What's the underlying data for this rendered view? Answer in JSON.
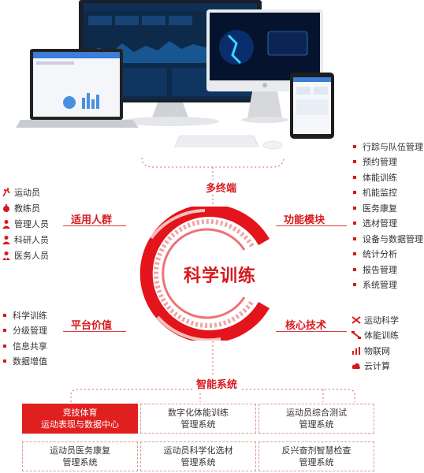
{
  "colors": {
    "accent": "#d7191d"
  },
  "center": {
    "title": "科学训练"
  },
  "top": {
    "label": "多终端"
  },
  "bottom": {
    "label": "智能系统"
  },
  "groups": {
    "users": {
      "title": "适用人群",
      "items": [
        {
          "label": "运动员",
          "icon": "runner-icon"
        },
        {
          "label": "教练员",
          "icon": "whistle-icon"
        },
        {
          "label": "管理人员",
          "icon": "manager-icon"
        },
        {
          "label": "科研人员",
          "icon": "researcher-icon"
        },
        {
          "label": "医务人员",
          "icon": "medic-icon"
        }
      ]
    },
    "modules": {
      "title": "功能模块",
      "items": [
        "行踪与队伍管理",
        "预约管理",
        "体能训练",
        "机能监控",
        "医务康复",
        "选材管理",
        "设备与数据管理",
        "统计分析",
        "报告管理",
        "系统管理"
      ]
    },
    "value": {
      "title": "平台价值",
      "items": [
        "科学训练",
        "分级管理",
        "信息共享",
        "数据增值"
      ]
    },
    "tech": {
      "title": "核心技术",
      "items": [
        {
          "label": "运动科学",
          "icon": "sport-icon"
        },
        {
          "label": "体能训练",
          "icon": "dumbbell-icon"
        },
        {
          "label": "物联网",
          "icon": "iot-icon"
        },
        {
          "label": "云计算",
          "icon": "cloud-icon"
        }
      ]
    }
  },
  "systems": [
    {
      "line1": "竞技体育",
      "line2": "运动表现与数据中心"
    },
    {
      "line1": "数字化体能训练",
      "line2": "管理系统"
    },
    {
      "line1": "运动员综合测试",
      "line2": "管理系统"
    },
    {
      "line1": "运动员医务康复",
      "line2": "管理系统"
    },
    {
      "line1": "运动员科学化选材",
      "line2": "管理系统"
    },
    {
      "line1": "反兴奋剂智慧检查",
      "line2": "管理系统"
    }
  ]
}
